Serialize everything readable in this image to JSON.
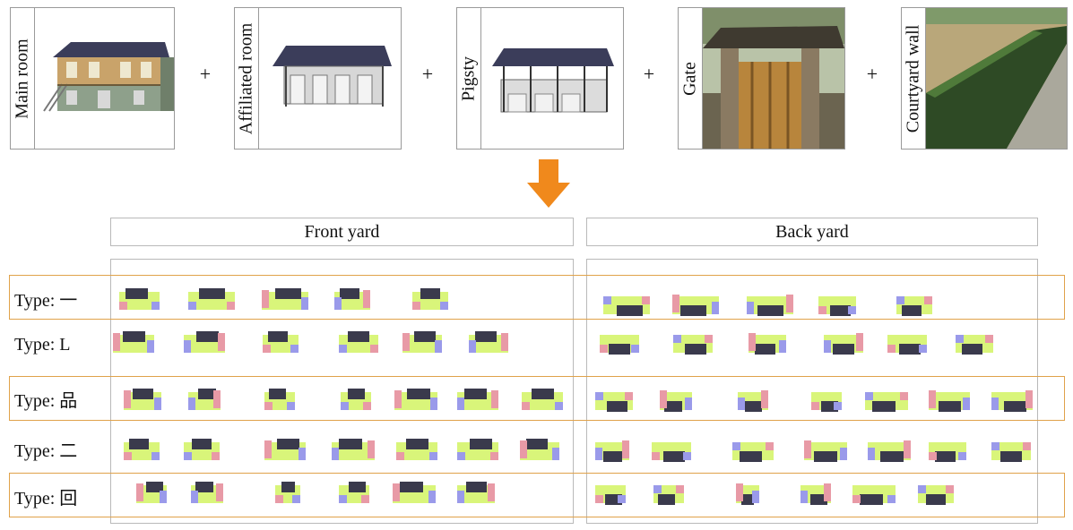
{
  "components": [
    {
      "label": "Main room",
      "icon": "main-room-illustration"
    },
    {
      "label": "Affiliated room",
      "icon": "affiliated-room-illustration"
    },
    {
      "label": "Pigsty",
      "icon": "pigsty-illustration"
    },
    {
      "label": "Gate",
      "icon": "gate-photo"
    },
    {
      "label": "Courtyard wall",
      "icon": "courtyard-wall-photo"
    }
  ],
  "plus_sign": "+",
  "yards": {
    "front": "Front yard",
    "back": "Back yard"
  },
  "types": [
    "Type: 一",
    "Type: L",
    "Type: 品",
    "Type: 二",
    "Type: 回"
  ],
  "colors": {
    "yard": "#d9f57a",
    "main_room": "#3a3a4c",
    "affiliated_room": "#e89aa6",
    "pigsty": "#9a9aea",
    "highlight_band": "#e0a24a",
    "arrow": "#f0891c"
  }
}
